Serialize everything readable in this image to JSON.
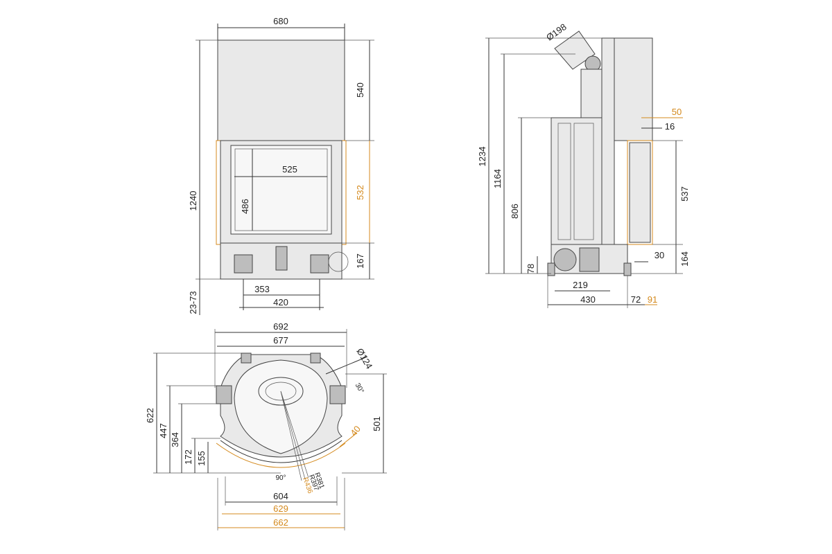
{
  "front_view": {
    "width_top": "680",
    "height_hood": "540",
    "height_total": "1240",
    "glass_width": "525",
    "glass_height": "486",
    "frame_height": "532",
    "base_height": "167",
    "foot_adjust": "23-73",
    "feet_inner": "353",
    "feet_outer": "420"
  },
  "side_view": {
    "flue_diameter": "Ø198",
    "height_total": "1234",
    "height_outlet": "1164",
    "height_body": "806",
    "frame_offset": "50",
    "frame_gap": "16",
    "door_height": "537",
    "base_height": "164",
    "foot_offset": "30",
    "air_inlet_height": "78",
    "air_inlet_pos": "219",
    "depth": "430",
    "frame_depth": "72",
    "frame_depth_accent": "91"
  },
  "top_view": {
    "width_outer": "692",
    "width_inner": "677",
    "air_inlet_diameter": "Ø124",
    "angle_small": "30°",
    "angle_door": "90°",
    "depth_total": "622",
    "depth_447": "447",
    "depth_364": "364",
    "depth_172": "172",
    "depth_155": "155",
    "depth_side": "501",
    "frame_offset": "40",
    "radius_1": "R381",
    "radius_2": "R397",
    "radius_3": "R436",
    "width_604": "604",
    "width_629": "629",
    "width_662": "662"
  },
  "colors": {
    "line": "#333333",
    "accent": "#d4891c",
    "body_fill": "#e9e9e9"
  }
}
